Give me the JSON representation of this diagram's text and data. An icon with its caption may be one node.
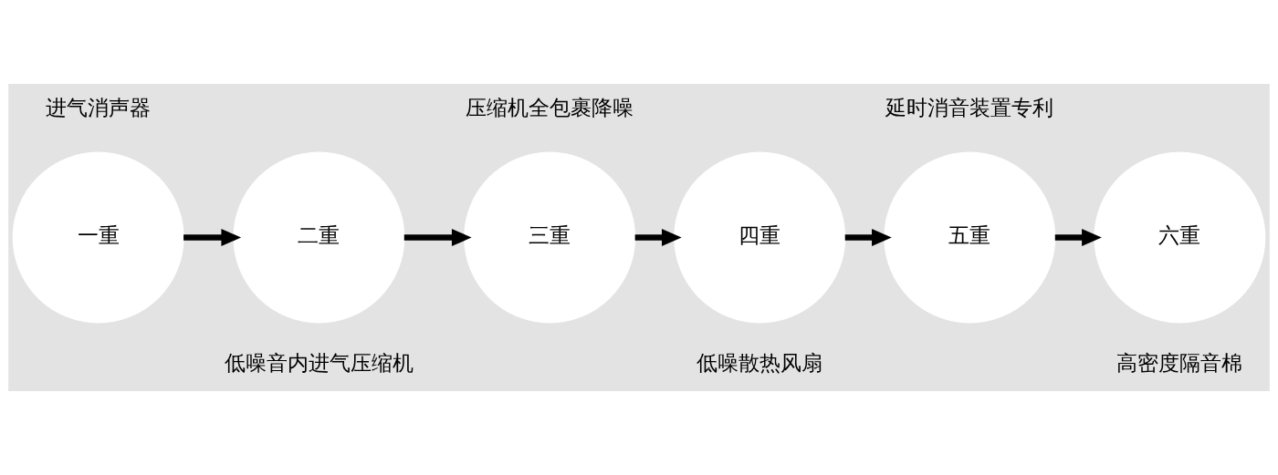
{
  "diagram": {
    "nodes": [
      {
        "text": [
          "一重"
        ],
        "beside": [
          "进气消声器"
        ]
      },
      {
        "text": [
          "二重"
        ],
        "beside": [
          "低噪音内进气压缩机"
        ]
      },
      {
        "text": [
          "三重"
        ],
        "beside": [
          "压缩机全包裹降噪"
        ]
      },
      {
        "text": [
          "四重"
        ],
        "beside": [
          "低噪散热风扇"
        ]
      },
      {
        "text": [
          "五重"
        ],
        "beside": [
          "延时消音装置专利"
        ]
      },
      {
        "text": [
          "六重"
        ],
        "beside": [
          "高密度隔音棉"
        ]
      }
    ],
    "edges": [
      {
        "from": 0,
        "to": 1,
        "arrow": "to"
      },
      {
        "from": 1,
        "to": 2,
        "arrow": "to"
      },
      {
        "from": 2,
        "to": 3,
        "arrow": "to"
      },
      {
        "from": 3,
        "to": 4,
        "arrow": "to"
      },
      {
        "from": 4,
        "to": 5,
        "arrow": "to"
      }
    ]
  }
}
